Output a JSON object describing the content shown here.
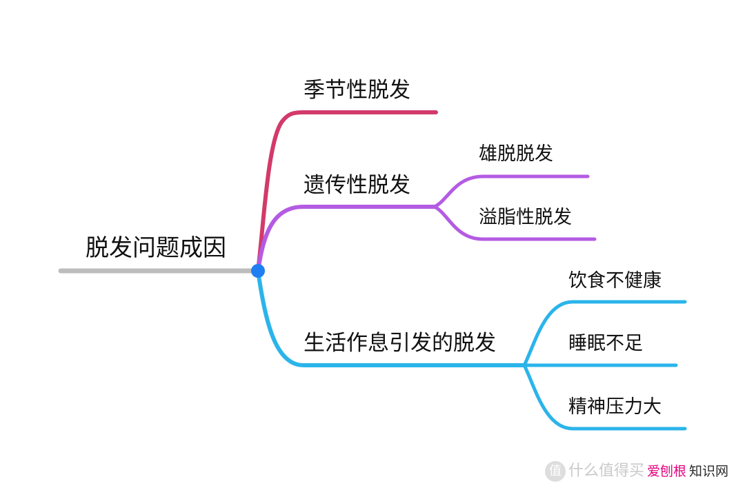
{
  "mindmap": {
    "root": {
      "label": "脱发问题成因"
    },
    "branches": [
      {
        "label": "季节性脱发",
        "color": "#d23a6a",
        "children": []
      },
      {
        "label": "遗传性脱发",
        "color": "#b45be3",
        "children": [
          "雄脱脱发",
          "溢脂性脱发"
        ]
      },
      {
        "label": "生活作息引发的脱发",
        "color": "#2bb4ea",
        "children": [
          "饮食不健康",
          "睡眠不足",
          "精神压力大"
        ]
      }
    ],
    "root_line_color": "#bdbdbd",
    "hub_color": "#1f7ff0"
  },
  "watermark": {
    "icon": "值",
    "text": "什么值得买",
    "site_colored": "爱刨根",
    "site_plain": "知识网"
  }
}
